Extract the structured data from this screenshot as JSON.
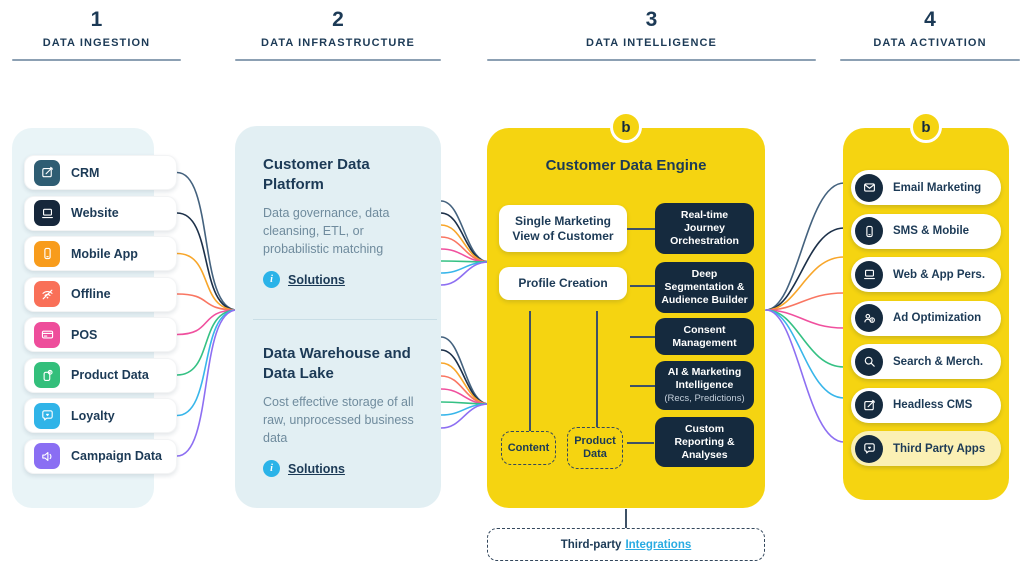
{
  "columns": [
    {
      "number": "1",
      "label": "DATA INGESTION"
    },
    {
      "number": "2",
      "label": "DATA INFRASTRUCTURE"
    },
    {
      "number": "3",
      "label": "DATA INTELLIGENCE"
    },
    {
      "number": "4",
      "label": "DATA ACTIVATION"
    }
  ],
  "ingestion": {
    "items": [
      {
        "label": "CRM",
        "icon": "crm-icon",
        "color": "#2F5D73"
      },
      {
        "label": "Website",
        "icon": "laptop-icon",
        "color": "#16273B"
      },
      {
        "label": "Mobile App",
        "icon": "smartphone-icon",
        "color": "#F89C1C"
      },
      {
        "label": "Offline",
        "icon": "wifi-off-icon",
        "color": "#F97058"
      },
      {
        "label": "POS",
        "icon": "credit-card-icon",
        "color": "#EE4D9B"
      },
      {
        "label": "Product Data",
        "icon": "product-tag-icon",
        "color": "#33BF7B"
      },
      {
        "label": "Loyalty",
        "icon": "chat-heart-icon",
        "color": "#30B4E8"
      },
      {
        "label": "Campaign Data",
        "icon": "speaker-icon",
        "color": "#8A6EF3"
      }
    ]
  },
  "infrastructure": {
    "sections": [
      {
        "title": "Customer Data Platform",
        "description": "Data governance, data cleansing, ETL, or probabilistic matching",
        "link_label": "Solutions"
      },
      {
        "title": "Data Warehouse and Data Lake",
        "description": "Cost effective storage of all raw, unprocessed business data",
        "link_label": "Solutions"
      }
    ]
  },
  "intelligence": {
    "badge": "b",
    "title": "Customer Data Engine",
    "white_boxes": [
      "Single Marketing View of Customer",
      "Profile Creation"
    ],
    "dark_boxes": [
      "Real-time Journey Orchestration",
      "Deep Segmentation & Audience Builder",
      "Consent Management",
      "AI & Marketing Intelligence",
      "Custom Reporting & Analyses"
    ],
    "ai_sub_label": "(Recs, Predictions)",
    "dashed_boxes": [
      "Content",
      "Product Data"
    ],
    "footer": {
      "prefix": "Third-party",
      "link_label": "Integrations"
    }
  },
  "activation": {
    "badge": "b",
    "items": [
      {
        "label": "Email Marketing",
        "icon": "email-icon"
      },
      {
        "label": "SMS & Mobile",
        "icon": "smartphone-icon"
      },
      {
        "label": "Web & App Pers.",
        "icon": "laptop-icon"
      },
      {
        "label": "Ad Optimization",
        "icon": "ad-audience-icon"
      },
      {
        "label": "Search & Merch.",
        "icon": "search-icon"
      },
      {
        "label": "Headless CMS",
        "icon": "cms-icon"
      },
      {
        "label": "Third Party Apps",
        "icon": "chat-heart-icon",
        "highlighted": true
      }
    ]
  },
  "colors": {
    "brand_yellow": "#F5D411",
    "navy": "#152A3E",
    "heading_text": "#1C3A56",
    "body_text": "#6F8B9D",
    "cyan_link": "#29ABE2",
    "panel_ingestion_bg": "#E9F4F7",
    "panel_infrastructure_bg": "#E2EFF3",
    "connector_dark": "#3E5166",
    "header_rule": "#8CA0B3"
  },
  "connectors": {
    "colors": [
      "#44627E",
      "#1C3049",
      "#F8A62A",
      "#F97662",
      "#F0509E",
      "#35C184",
      "#38B6EA",
      "#8D6FF2"
    ]
  }
}
